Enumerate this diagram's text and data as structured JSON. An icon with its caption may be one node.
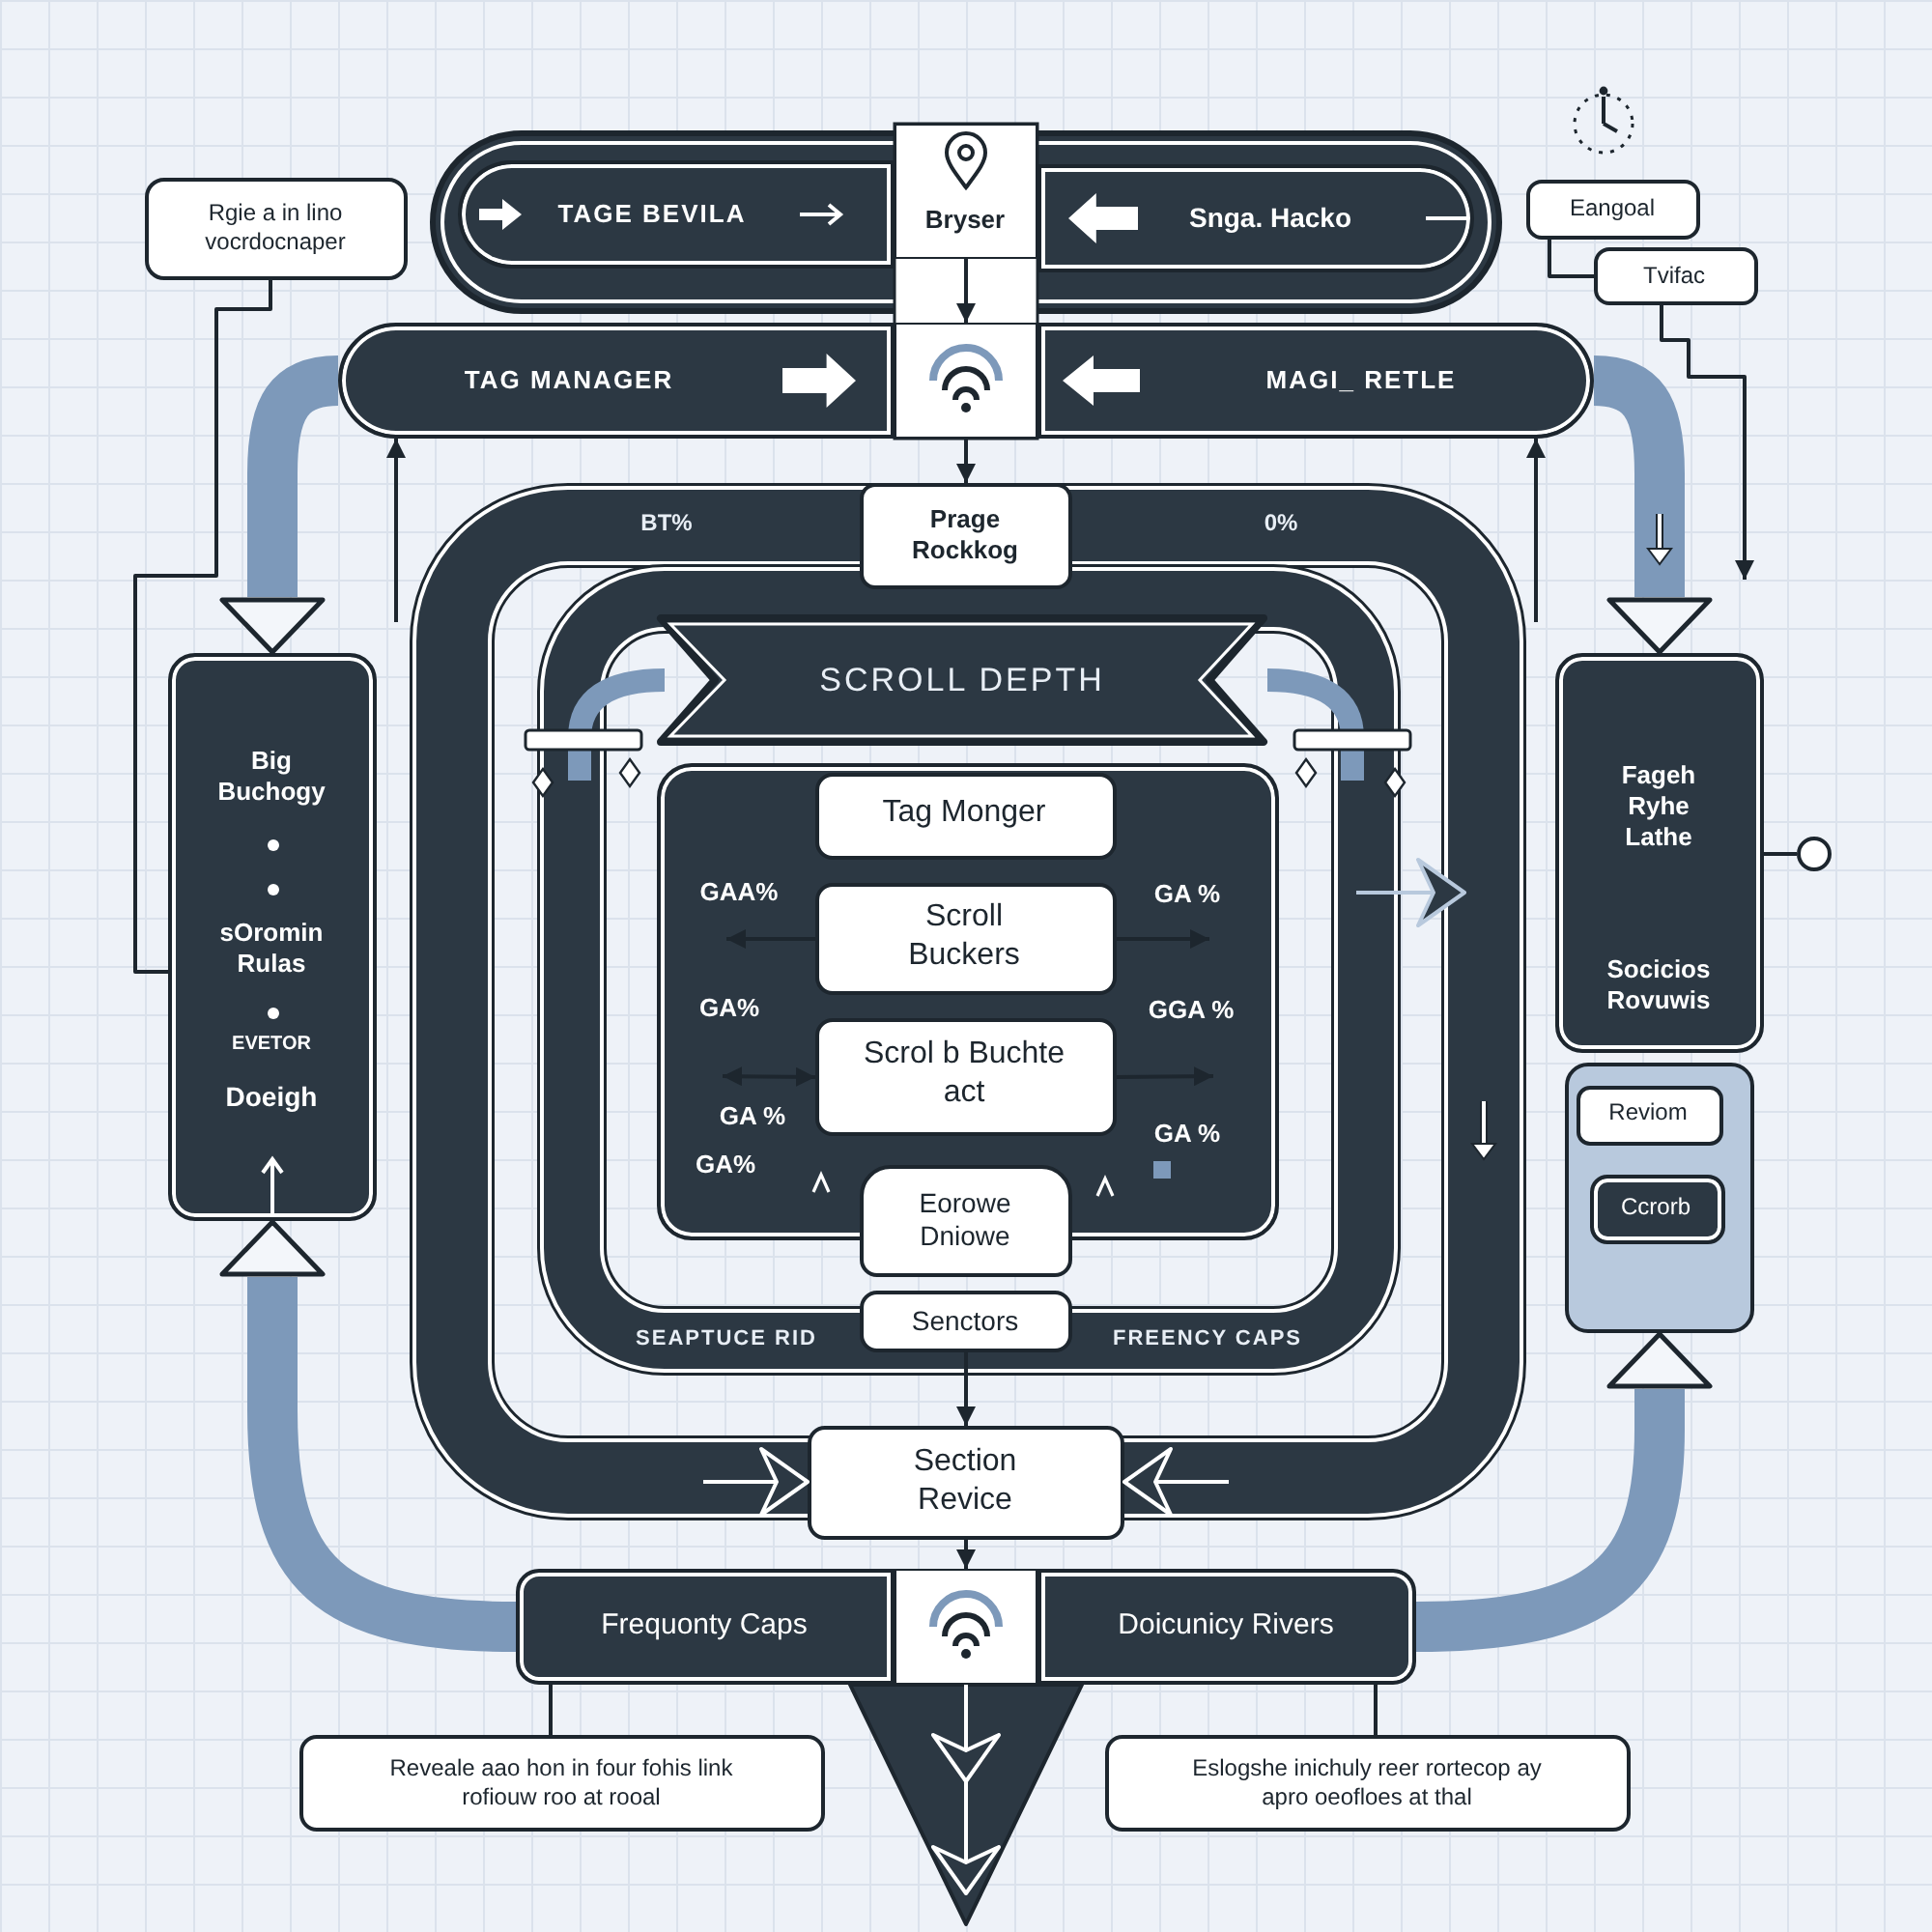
{
  "diagram": {
    "nodes": [
      {
        "text": [
          "Rgie a in lino vocrdocnaper"
        ]
      },
      {
        "text": [
          "TAGE BEVILA"
        ]
      },
      {
        "text": [
          "Bryser"
        ]
      },
      {
        "text": [
          "Snga. Hacko"
        ]
      },
      {
        "text": [
          "Eangoal"
        ]
      },
      {
        "text": [
          "Tvifac"
        ]
      },
      {
        "text": [
          "TAG MANAGER"
        ]
      },
      {
        "text": [],
        "shape": "box"
      },
      {
        "text": [
          "MAGI_ RETLE"
        ]
      },
      {
        "text": [
          "BT%",
          "0%"
        ]
      },
      {
        "text": [
          "Prage Rockkog"
        ]
      },
      {
        "text": [
          "Big Buchogy",
          "sOromin Rulas",
          "EVETOR",
          "Doeigh"
        ]
      },
      {
        "text": [
          "Fageh Ryhe Lathe",
          "Socicios Rovuwis"
        ]
      },
      {
        "text": [],
        "shape": "circle"
      },
      {
        "text": [
          "SEAPTUCE RID",
          "FREENCY CAPS"
        ],
        "in": 9
      },
      {
        "text": [
          "SCROLL DEPTH"
        ],
        "in": 14
      },
      {
        "text": [
          "GAA%",
          "GA %",
          "GA%",
          "GGA %",
          "GA %",
          "GA %",
          "GA%"
        ],
        "in": 14
      },
      {
        "text": [
          "Tag Monger"
        ],
        "in": 16
      },
      {
        "text": [
          "Scroll Buckers"
        ],
        "in": 16
      },
      {
        "text": [
          "Scrol b Buchte act"
        ],
        "in": 16
      },
      {
        "text": [
          "Eorowe Dniowe"
        ],
        "in": 14
      },
      {
        "text": [
          "Senctors"
        ],
        "in": 9
      },
      {
        "text": [],
        "shape": "box"
      },
      {
        "text": [
          "Reviom"
        ],
        "in": 22
      },
      {
        "text": [
          "Ccrorb"
        ],
        "in": 22
      },
      {
        "text": [
          "Section Revice"
        ]
      },
      {
        "text": [
          "Frequonty Caps"
        ]
      },
      {
        "text": [],
        "shape": "box"
      },
      {
        "text": [
          "Doicunicy Rivers"
        ]
      },
      {
        "text": [
          "Reveale aao hon in four fohis link rofiouw roo at rooal"
        ]
      },
      {
        "text": [
          "Eslogshe inichuly reer rortecop ay apro oeofloes at thal"
        ]
      }
    ],
    "edges": [
      {
        "from": 0,
        "to": 11,
        "arrow": "none"
      },
      {
        "from": 6,
        "to": 11,
        "arrow": "to",
        "style": "thick",
        "color": "#7d99ba"
      },
      {
        "from": 8,
        "to": 12,
        "arrow": "to",
        "style": "thick",
        "color": "#7d99ba"
      },
      {
        "from": 26,
        "to": 11,
        "arrow": "to",
        "style": "thick",
        "color": "#7d99ba"
      },
      {
        "from": 28,
        "to": 22,
        "arrow": "to",
        "style": "thick",
        "color": "#7d99ba"
      },
      {
        "from": 2,
        "to": 7,
        "arrow": "to"
      },
      {
        "from": 7,
        "to": 10,
        "arrow": "to"
      },
      {
        "from": 4,
        "to": 5,
        "arrow": "none"
      },
      {
        "from": 5,
        "to": null,
        "arrow": "to"
      },
      {
        "from": 12,
        "to": 13,
        "arrow": "none"
      },
      {
        "from": null,
        "to": 6,
        "arrow": "to"
      },
      {
        "from": null,
        "to": 8,
        "arrow": "to"
      },
      {
        "from": 18,
        "to": null,
        "arrow": "to"
      },
      {
        "from": 18,
        "to": null,
        "arrow": "to"
      },
      {
        "from": 19,
        "to": null,
        "arrow": "both"
      },
      {
        "from": 19,
        "to": null,
        "arrow": "to"
      },
      {
        "from": 21,
        "to": 25,
        "arrow": "to"
      },
      {
        "from": 25,
        "to": 27,
        "arrow": "to"
      },
      {
        "from": 27,
        "to": null,
        "arrow": "to",
        "color": "#ffffff"
      },
      {
        "from": 9,
        "to": 25,
        "arrow": "to",
        "color": "#ffffff"
      },
      {
        "from": 9,
        "to": 25,
        "arrow": "to",
        "color": "#ffffff"
      },
      {
        "from": 29,
        "to": 26,
        "arrow": "none"
      },
      {
        "from": 30,
        "to": 28,
        "arrow": "none"
      },
      {
        "from": 14,
        "to": 9,
        "arrow": "to",
        "color": "#b8c9dd"
      }
    ]
  }
}
